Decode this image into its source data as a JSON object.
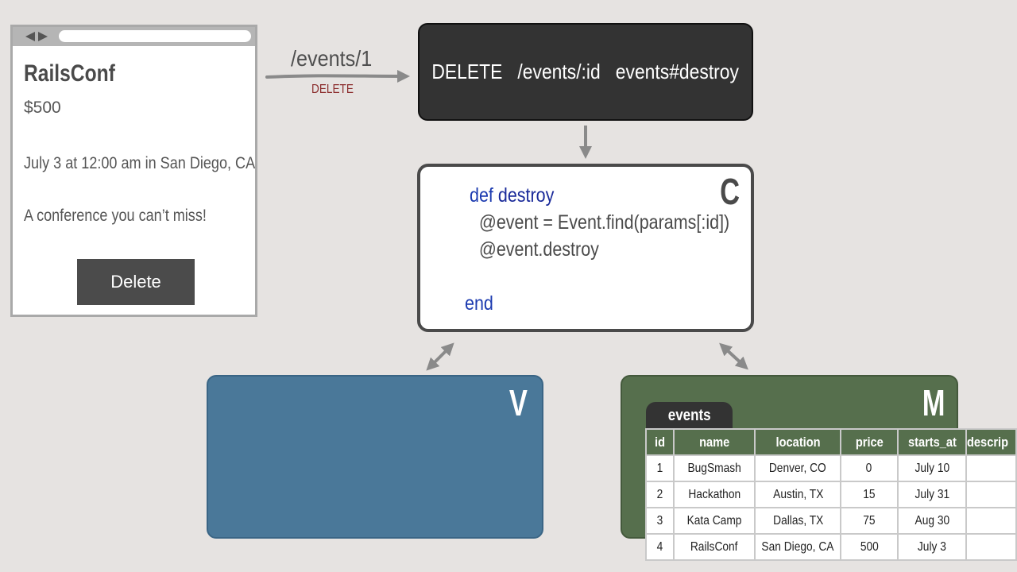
{
  "browser": {
    "event_name": "RailsConf",
    "price": "$500",
    "when": "July 3 at 12:00 am in San Diego, CA",
    "description": "A conference you can’t miss!",
    "delete_button": "Delete"
  },
  "request": {
    "url": "/events/1",
    "verb": "DELETE"
  },
  "route": {
    "text": "DELETE   /events/:id   events#destroy"
  },
  "controller": {
    "badge": "C",
    "line1_kw": "def",
    "line1_name": "destroy",
    "line2": "@event = Event.find(params[:id])",
    "line3": "@event.destroy",
    "line4_kw": "end"
  },
  "view": {
    "badge": "V"
  },
  "model": {
    "badge": "M",
    "table_name": "events",
    "columns": [
      "id",
      "name",
      "location",
      "price",
      "starts_at",
      "descrip"
    ],
    "rows": [
      [
        "1",
        "BugSmash",
        "Denver, CO",
        "0",
        "July 10",
        ""
      ],
      [
        "2",
        "Hackathon",
        "Austin, TX",
        "15",
        "July 31",
        ""
      ],
      [
        "3",
        "Kata Camp",
        "Dallas, TX",
        "75",
        "Aug 30",
        ""
      ],
      [
        "4",
        "RailsConf",
        "San Diego, CA",
        "500",
        "July 3",
        ""
      ]
    ]
  },
  "colors": {
    "background": "#e6e3e1",
    "route_box": "#333333",
    "view_box": "#4a7899",
    "model_box": "#566f4d",
    "verb": "#8b2c2c",
    "code_keyword": "#1c3bb0"
  }
}
